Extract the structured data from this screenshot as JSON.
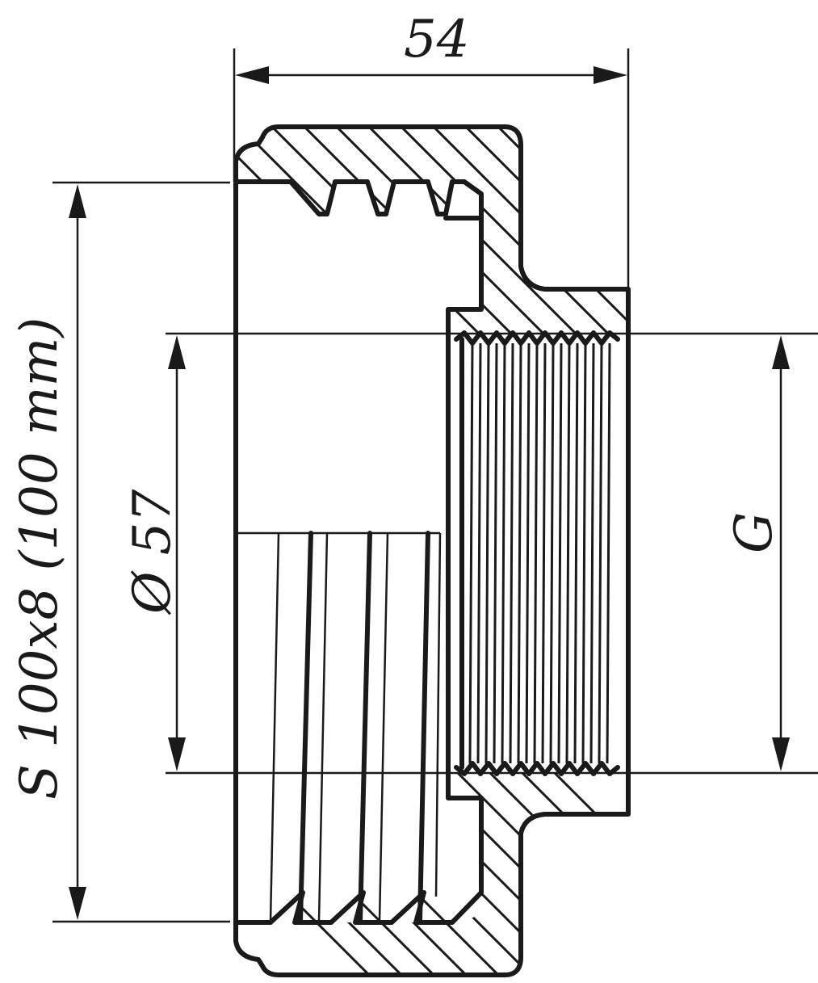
{
  "drawing": {
    "type": "technical cross-section drawing",
    "subject": "threaded pipe adapter / reducer",
    "dimensions": {
      "overall_length": {
        "label": "54",
        "orientation": "horizontal"
      },
      "outer_thread": {
        "label": "S 100x8 (100 mm)",
        "orientation": "vertical"
      },
      "bore_diameter": {
        "label": "Ø 57",
        "orientation": "vertical"
      },
      "inner_thread": {
        "label": "G",
        "orientation": "vertical"
      }
    },
    "colors": {
      "line": "#1a1a1a",
      "background": "#ffffff"
    }
  }
}
